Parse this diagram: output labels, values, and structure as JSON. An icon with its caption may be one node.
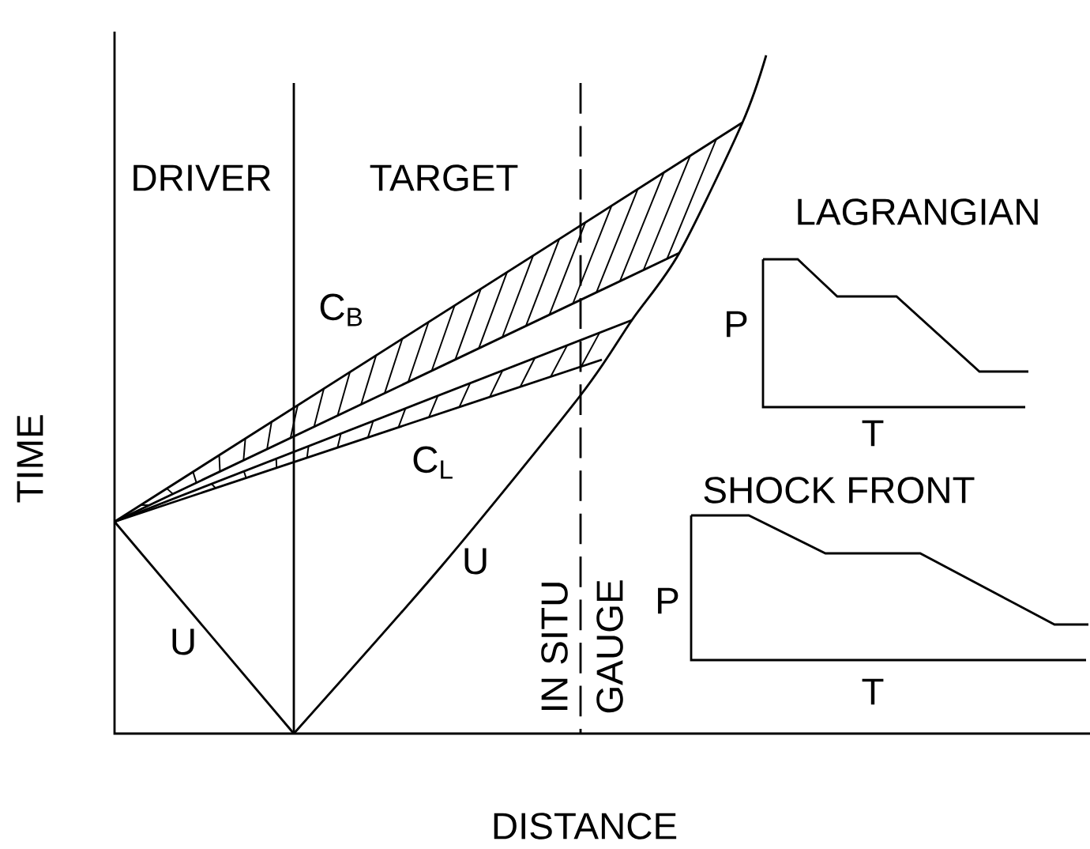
{
  "diagram": {
    "labels": [
      "DRIVER",
      "TARGET",
      "LAGRANGIAN",
      "C$_{B}$",
      "P",
      "T",
      "C$_{L}$",
      "SHOCK FRONT",
      "U",
      "U",
      "IN SITU",
      "GAUGE",
      "P",
      "T",
      "TIME",
      "DISTANCE"
    ]
  }
}
